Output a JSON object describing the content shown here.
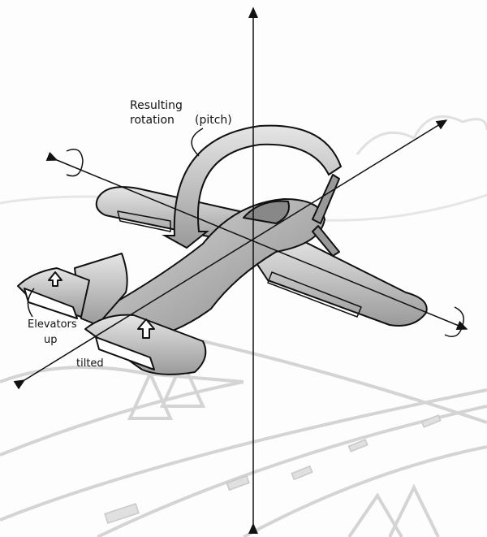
{
  "labels": {
    "resulting": "Resulting",
    "rotation": "rotation",
    "pitch": "(pitch)",
    "elevators": "Elevators",
    "up": "up",
    "tilted": "tilted"
  },
  "colors": {
    "plane": "#a8a8a8",
    "plane_dark": "#7a7a7a",
    "landscape": "#d4d4d4",
    "axis": "#111111"
  }
}
